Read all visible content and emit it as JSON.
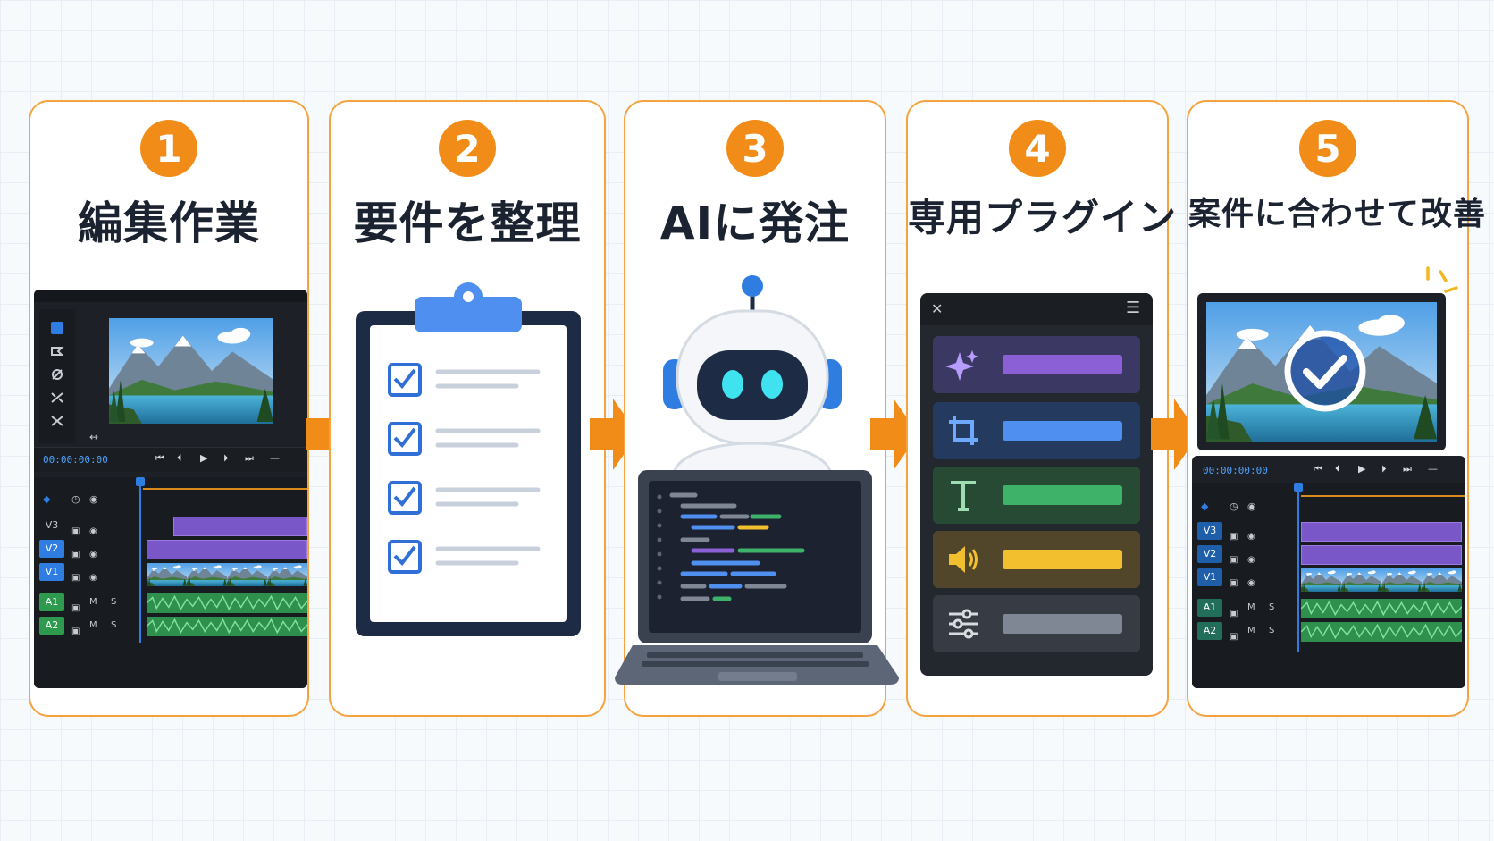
{
  "steps": [
    {
      "number": "1",
      "title": "編集作業"
    },
    {
      "number": "2",
      "title": "要件を整理"
    },
    {
      "number": "3",
      "title": "AIに発注"
    },
    {
      "number": "4",
      "title": "専用プラグイン"
    },
    {
      "number": "5",
      "title": "案件に合わせて改善"
    }
  ],
  "editor": {
    "timecode": "00:00:00:00",
    "tracks": {
      "v3": "V3",
      "v2": "V2",
      "v1": "V1",
      "a1": "A1",
      "a2": "A2"
    },
    "mute": "M",
    "solo": "S"
  },
  "colors": {
    "accent": "#f28c18",
    "card_border": "#f5a33f",
    "plugin_purple": "#8b5fd6",
    "plugin_blue": "#4f8ff0",
    "plugin_green": "#3fb26a",
    "plugin_yellow": "#f2c02f",
    "plugin_gray": "#7f8794"
  },
  "icons": {
    "plugin_rows": [
      "sparkle-icon",
      "crop-icon",
      "text-icon",
      "speaker-icon",
      "sliders-icon"
    ]
  }
}
